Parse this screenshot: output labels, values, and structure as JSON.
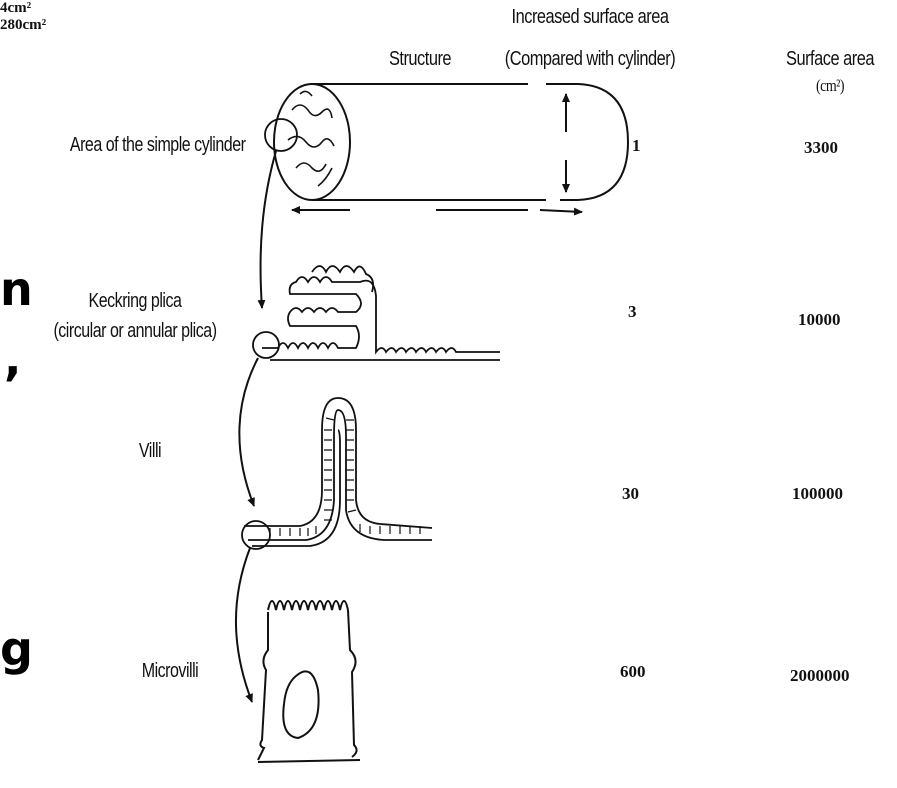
{
  "headers": {
    "structure": "Structure",
    "increased_line1": "Increased surface area",
    "increased_line2": "(Compared with cylinder)",
    "surface_line1": "Surface area",
    "surface_unit": "(cm²)"
  },
  "rows": [
    {
      "label": "Area of the simple cylinder",
      "increase": "1",
      "area": "3300"
    },
    {
      "label_line1": "Keckring plica",
      "label_line2": "(circular or annular plica)",
      "increase": "3",
      "area": "10000"
    },
    {
      "label": "Villi",
      "increase": "30",
      "area": "100000"
    },
    {
      "label": "Microvilli",
      "increase": "600",
      "area": "2000000"
    }
  ],
  "cylinder": {
    "diameter_label": "4cm²",
    "length_label": "280cm²"
  },
  "left_fragments": [
    "n",
    ",",
    "g"
  ]
}
